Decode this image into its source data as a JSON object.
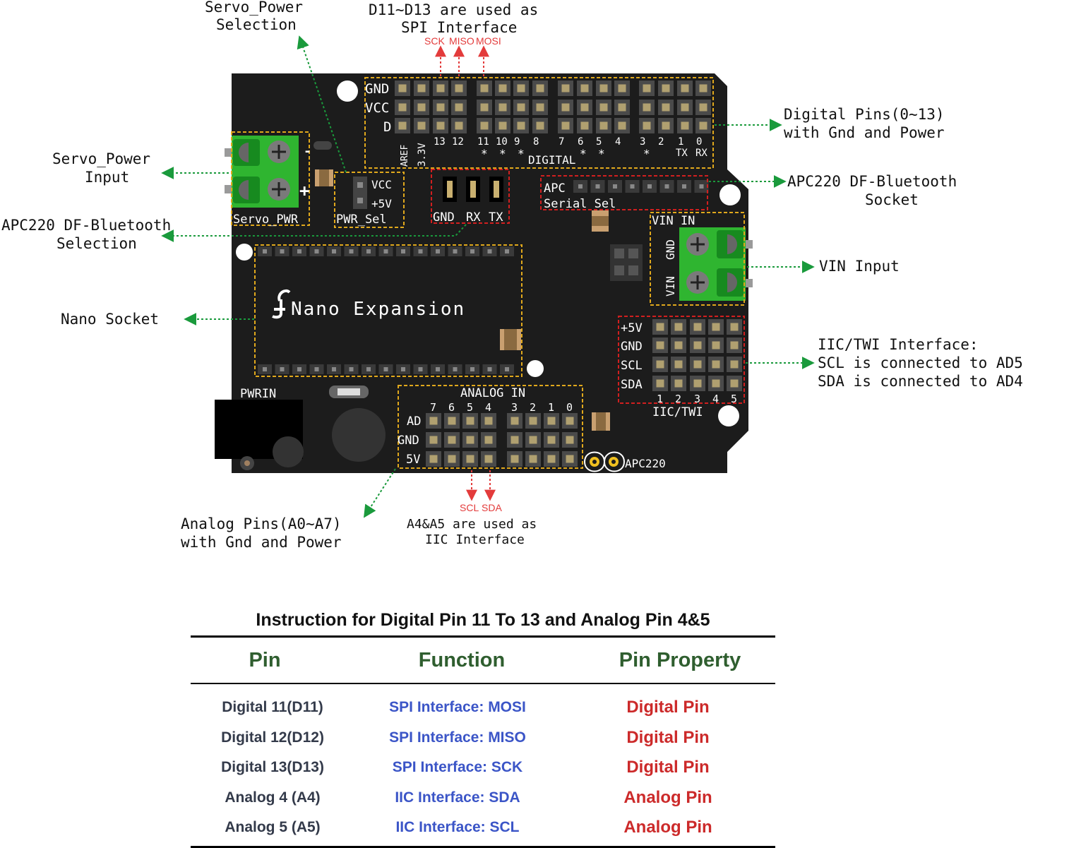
{
  "callouts": {
    "servo_power_selection": [
      "Servo_Power",
      "Selection"
    ],
    "spi_note": [
      "D11~D13 are used as",
      "SPI Interface"
    ],
    "spi_sck": "SCK",
    "spi_miso": "MISO",
    "spi_mosi": "MOSI",
    "digital_pins": [
      "Digital Pins(0~13)",
      "with Gnd and Power"
    ],
    "servo_power_input": [
      "Servo_Power",
      "Input"
    ],
    "apc_socket": [
      "APC220 DF-Bluetooth",
      "Socket"
    ],
    "apc_selection": [
      "APC220 DF-Bluetooth",
      "Selection"
    ],
    "vin_input": "VIN Input",
    "nano_socket": "Nano Socket",
    "iic_interface": [
      "IIC/TWI Interface:",
      "SCL is connected to AD5",
      "SDA is connected to AD4"
    ],
    "analog_pins": [
      "Analog Pins(A0~A7)",
      "with Gnd and Power"
    ],
    "iic_note": [
      "A4&A5 are used as",
      "IIC Interface"
    ],
    "iic_scl": "SCL",
    "iic_sda": "SDA"
  },
  "board": {
    "digital_rows": [
      "GND",
      "VCC",
      "D"
    ],
    "digital_numbers": [
      "13",
      "12",
      "11",
      "10",
      "9",
      "8",
      "7",
      "6",
      "5",
      "4",
      "3",
      "2",
      "1",
      "0"
    ],
    "pwm_marks": [
      "*",
      "*",
      "*",
      "*",
      "*",
      "*"
    ],
    "aref": "AREF",
    "v33": "3.3V",
    "digital_label": "DIGITAL",
    "tx": "TX",
    "rx": "RX",
    "servo_pwr": "Servo_PWR",
    "plus": "+",
    "minus": "-",
    "pwr_sel_vcc": "VCC",
    "pwr_sel_5v": "+5V",
    "pwr_sel": "PWR_Sel",
    "sel_gnd": "GND",
    "sel_rx": "RX",
    "sel_tx": "TX",
    "apc": "APC",
    "serial_sel": "Serial Sel",
    "vin_in": "VIN IN",
    "vin_gnd": "GND",
    "vin_vin": "VIN",
    "nano_title": "Nano Expansion",
    "iic_rows": [
      "+5V",
      "GND",
      "SCL",
      "SDA"
    ],
    "iic_numbers": [
      "1",
      "2",
      "3",
      "4",
      "5"
    ],
    "iic_label": "IIC/TWI",
    "pwrin": "PWRIN",
    "analog_in": "ANALOG IN",
    "analog_numbers": [
      "7",
      "6",
      "5",
      "4",
      "3",
      "2",
      "1",
      "0"
    ],
    "analog_rows": [
      "AD",
      "GND",
      "5V"
    ],
    "apc220": "APC220"
  },
  "table": {
    "title": "Instruction for Digital Pin 11 To 13 and Analog Pin 4&5",
    "headers": [
      "Pin",
      "Function",
      "Pin Property"
    ],
    "rows": [
      [
        "Digital 11(D11)",
        "SPI Interface: MOSI",
        "Digital Pin"
      ],
      [
        "Digital 12(D12)",
        "SPI Interface: MISO",
        "Digital Pin"
      ],
      [
        "Digital 13(D13)",
        "SPI Interface: SCK",
        "Digital Pin"
      ],
      [
        "Analog 4 (A4)",
        "IIC Interface: SDA",
        "Analog Pin"
      ],
      [
        "Analog 5 (A5)",
        "IIC Interface: SCL",
        "Analog Pin"
      ]
    ]
  },
  "colors": {
    "board": "#1c1c1c",
    "silkscreen": "#ffffff",
    "header_box": "#e0a81c",
    "spi_box": "#d11f1f",
    "callout_line": "#1a9a3c",
    "spi_line": "#e33b3b",
    "terminal": "#2fb530",
    "table_header": "#2f5e2f",
    "table_function": "#3b55c7",
    "table_property": "#cc2a2a"
  }
}
